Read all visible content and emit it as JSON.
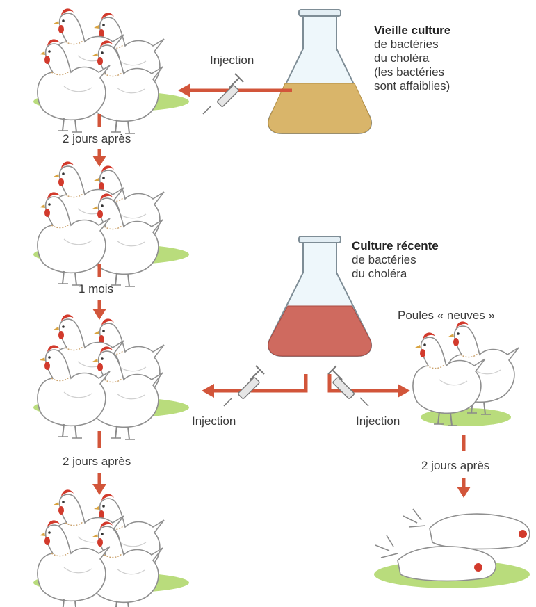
{
  "old_culture": {
    "title": "Vieille culture",
    "lines": [
      "de bactéries",
      "du choléra",
      "(les bactéries",
      "sont affaiblies)"
    ]
  },
  "recent_culture": {
    "title": "Culture récente",
    "lines": [
      "de bactéries",
      "du choléra"
    ]
  },
  "labels": {
    "injection_top": "Injection",
    "injection_left": "Injection",
    "injection_right": "Injection",
    "step_2days_1": "2 jours après",
    "step_1month": "1 mois",
    "step_2days_2": "2 jours après",
    "step_2days_3": "2 jours après",
    "new_hens": "Poules « neuves »"
  },
  "colors": {
    "arrow": "#d2553a",
    "old_liquid": "#d9b56a",
    "recent_liquid": "#cf6a5f",
    "grass": "#b9dc7c"
  }
}
